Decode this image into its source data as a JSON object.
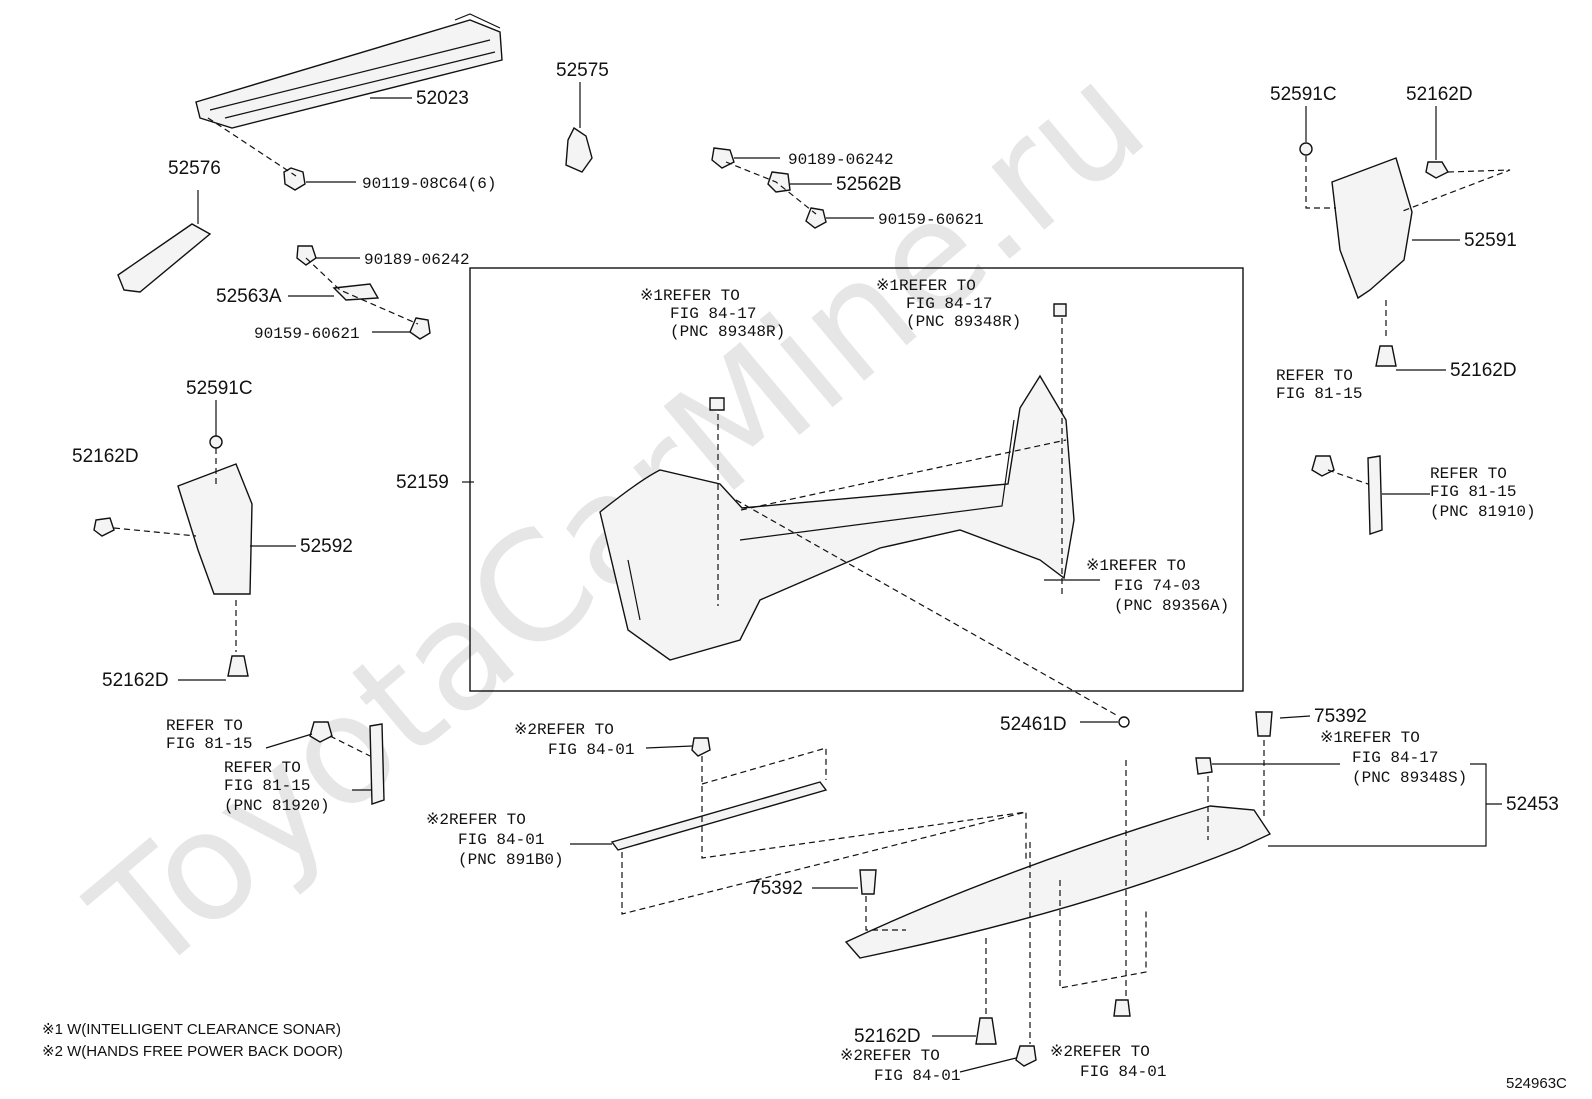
{
  "watermark": "ToyotaCarMine.ru",
  "labels": {
    "p52023": "52023",
    "p52575": "52575",
    "p52576": "52576",
    "p90119": "90119-08C64(6)",
    "p90189a": "90189-06242",
    "p52562b": "52562B",
    "p90159a": "90159-60621",
    "p90189b": "90189-06242",
    "p52563a": "52563A",
    "p90159b": "90159-60621",
    "p52591c_r": "52591C",
    "p52162d_r_top": "52162D",
    "p52591": "52591",
    "p52162d_r_mid": "52162D",
    "p52591c_l": "52591C",
    "p52162d_l_top": "52162D",
    "p52592": "52592",
    "p52162d_l_bot": "52162D",
    "p52159": "52159",
    "p52461d": "52461D",
    "p75392_r": "75392",
    "p52453": "52453",
    "p75392_l": "75392",
    "p52162d_bot": "52162D",
    "drawing_no": "524963C"
  },
  "refs": {
    "box_ref1": [
      "※1REFER TO",
      "FIG 84-17",
      "(PNC 89348R)"
    ],
    "box_ref2": [
      "※1REFER TO",
      "FIG 84-17",
      "(PNC 89348R)"
    ],
    "box_ref3": [
      "※1REFER TO",
      "FIG 74-03",
      "(PNC 89356A)"
    ],
    "r_ref_81": [
      "REFER TO",
      "FIG 81-15"
    ],
    "r_ref_81910": [
      "REFER TO",
      "FIG 81-15",
      "(PNC 81910)"
    ],
    "l_ref_81": [
      "REFER TO",
      "FIG 81-15"
    ],
    "l_ref_81920": [
      "REFER TO",
      "FIG 81-15",
      "(PNC 81920)"
    ],
    "ref_8401_a": [
      "※2REFER TO",
      "FIG 84-01"
    ],
    "ref_8401_b": [
      "※2REFER TO",
      "FIG 84-01",
      "(PNC 891B0)"
    ],
    "ref_8417_s": [
      "※1REFER TO",
      "FIG 84-17",
      "(PNC 89348S)"
    ],
    "ref_8401_c": [
      "※2REFER TO",
      "FIG 84-01"
    ],
    "ref_8401_d": [
      "※2REFER TO",
      "FIG 84-01"
    ]
  },
  "footnotes": [
    "※1 W(INTELLIGENT CLEARANCE SONAR)",
    "※2 W(HANDS FREE POWER BACK DOOR)"
  ]
}
